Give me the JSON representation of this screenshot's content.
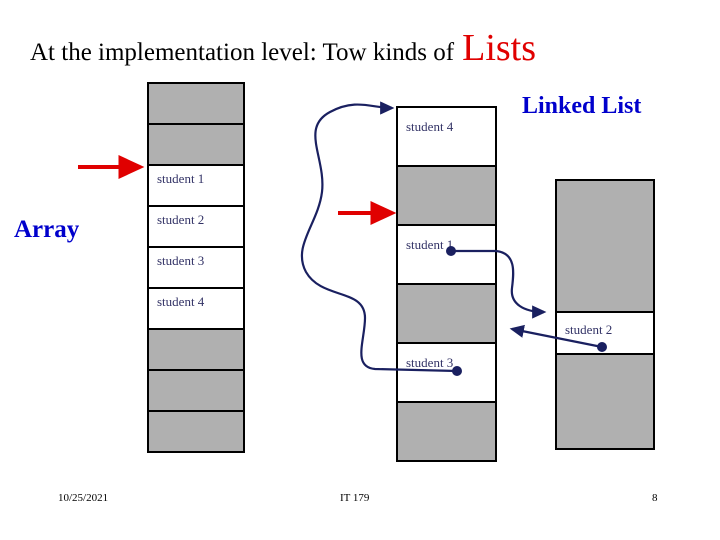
{
  "slide": {
    "title": {
      "main": "At the implementation level: Tow kinds of",
      "accent": "Lists",
      "accent_color": "#e00000",
      "main_color": "#000000"
    },
    "labels": {
      "array": "Array",
      "linked_list": "Linked List",
      "label_color": "#0000cc"
    },
    "colors": {
      "empty_cell": "#b0b0b0",
      "filled_cell": "#ffffff",
      "cell_border": "#000000",
      "cell_text": "#333366",
      "link_line": "#1a2060",
      "pointer_arrow": "#e00000"
    },
    "array_column": {
      "name": "array-structure",
      "cells": [
        {
          "label": "",
          "state": "empty"
        },
        {
          "label": "",
          "state": "empty"
        },
        {
          "label": "student 1",
          "state": "filled"
        },
        {
          "label": "student 2",
          "state": "filled"
        },
        {
          "label": "student 3",
          "state": "filled"
        },
        {
          "label": "student 4",
          "state": "filled"
        },
        {
          "label": "",
          "state": "empty"
        },
        {
          "label": "",
          "state": "empty"
        },
        {
          "label": "",
          "state": "empty"
        }
      ]
    },
    "middle_column": {
      "name": "linked-list-storage-a",
      "cells": [
        {
          "label": "student 4",
          "state": "filled"
        },
        {
          "label": "",
          "state": "empty"
        },
        {
          "label": "student 1",
          "state": "filled"
        },
        {
          "label": "",
          "state": "empty"
        },
        {
          "label": "student 3",
          "state": "filled"
        },
        {
          "label": "",
          "state": "empty"
        }
      ]
    },
    "right_column": {
      "name": "linked-list-storage-b",
      "cells": [
        {
          "label": "",
          "state": "empty"
        },
        {
          "label": "student 2",
          "state": "filled"
        },
        {
          "label": "",
          "state": "empty"
        }
      ]
    },
    "footer": {
      "date": "10/25/2021",
      "center": "IT 179",
      "page": "8"
    }
  }
}
